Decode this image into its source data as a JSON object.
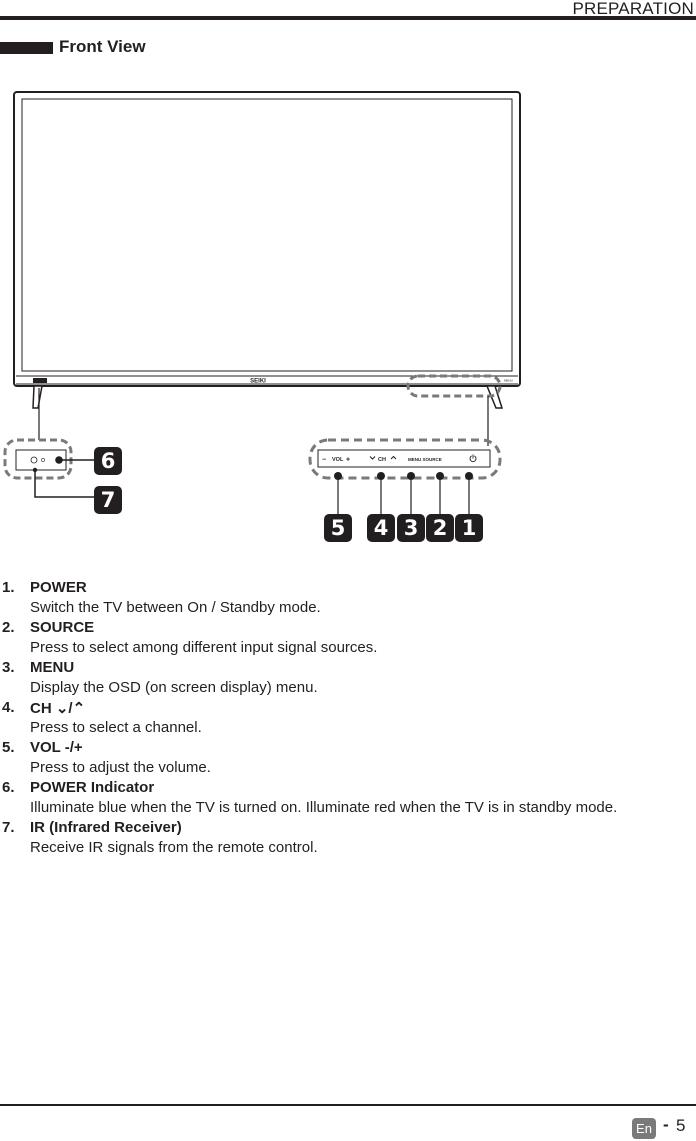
{
  "header": {
    "section": "PREPARATION"
  },
  "section": {
    "title": "Front View"
  },
  "figure": {
    "brand": "SEIKI",
    "button_panel": {
      "vol": "VOL",
      "ch": "CH",
      "menu_source": "MENU SOURCE"
    },
    "callouts": [
      "1",
      "2",
      "3",
      "4",
      "5",
      "6",
      "7"
    ],
    "callout_color": "#231f20"
  },
  "items": [
    {
      "num": "1.",
      "label": "POWER",
      "desc": "Switch the TV between On / Standby mode."
    },
    {
      "num": "2.",
      "label": "SOURCE",
      "desc": "Press to select among different input signal sources."
    },
    {
      "num": "3.",
      "label": "MENU",
      "desc": "Display the OSD (on screen display) menu."
    },
    {
      "num": "4.",
      "label": "CH  ⌄/⌃",
      "desc": "Press to select a channel."
    },
    {
      "num": "5.",
      "label": "VOL -/+",
      "desc": "Press to adjust the volume."
    },
    {
      "num": "6.",
      "label": "POWER Indicator",
      "desc": "Illuminate blue when the TV is turned on. Illuminate red when the TV is in standby mode."
    },
    {
      "num": "7.",
      "label": "IR (Infrared Receiver)",
      "desc": "Receive IR signals from the remote control."
    }
  ],
  "footer": {
    "lang": "En",
    "dash": "-",
    "page": "5"
  }
}
